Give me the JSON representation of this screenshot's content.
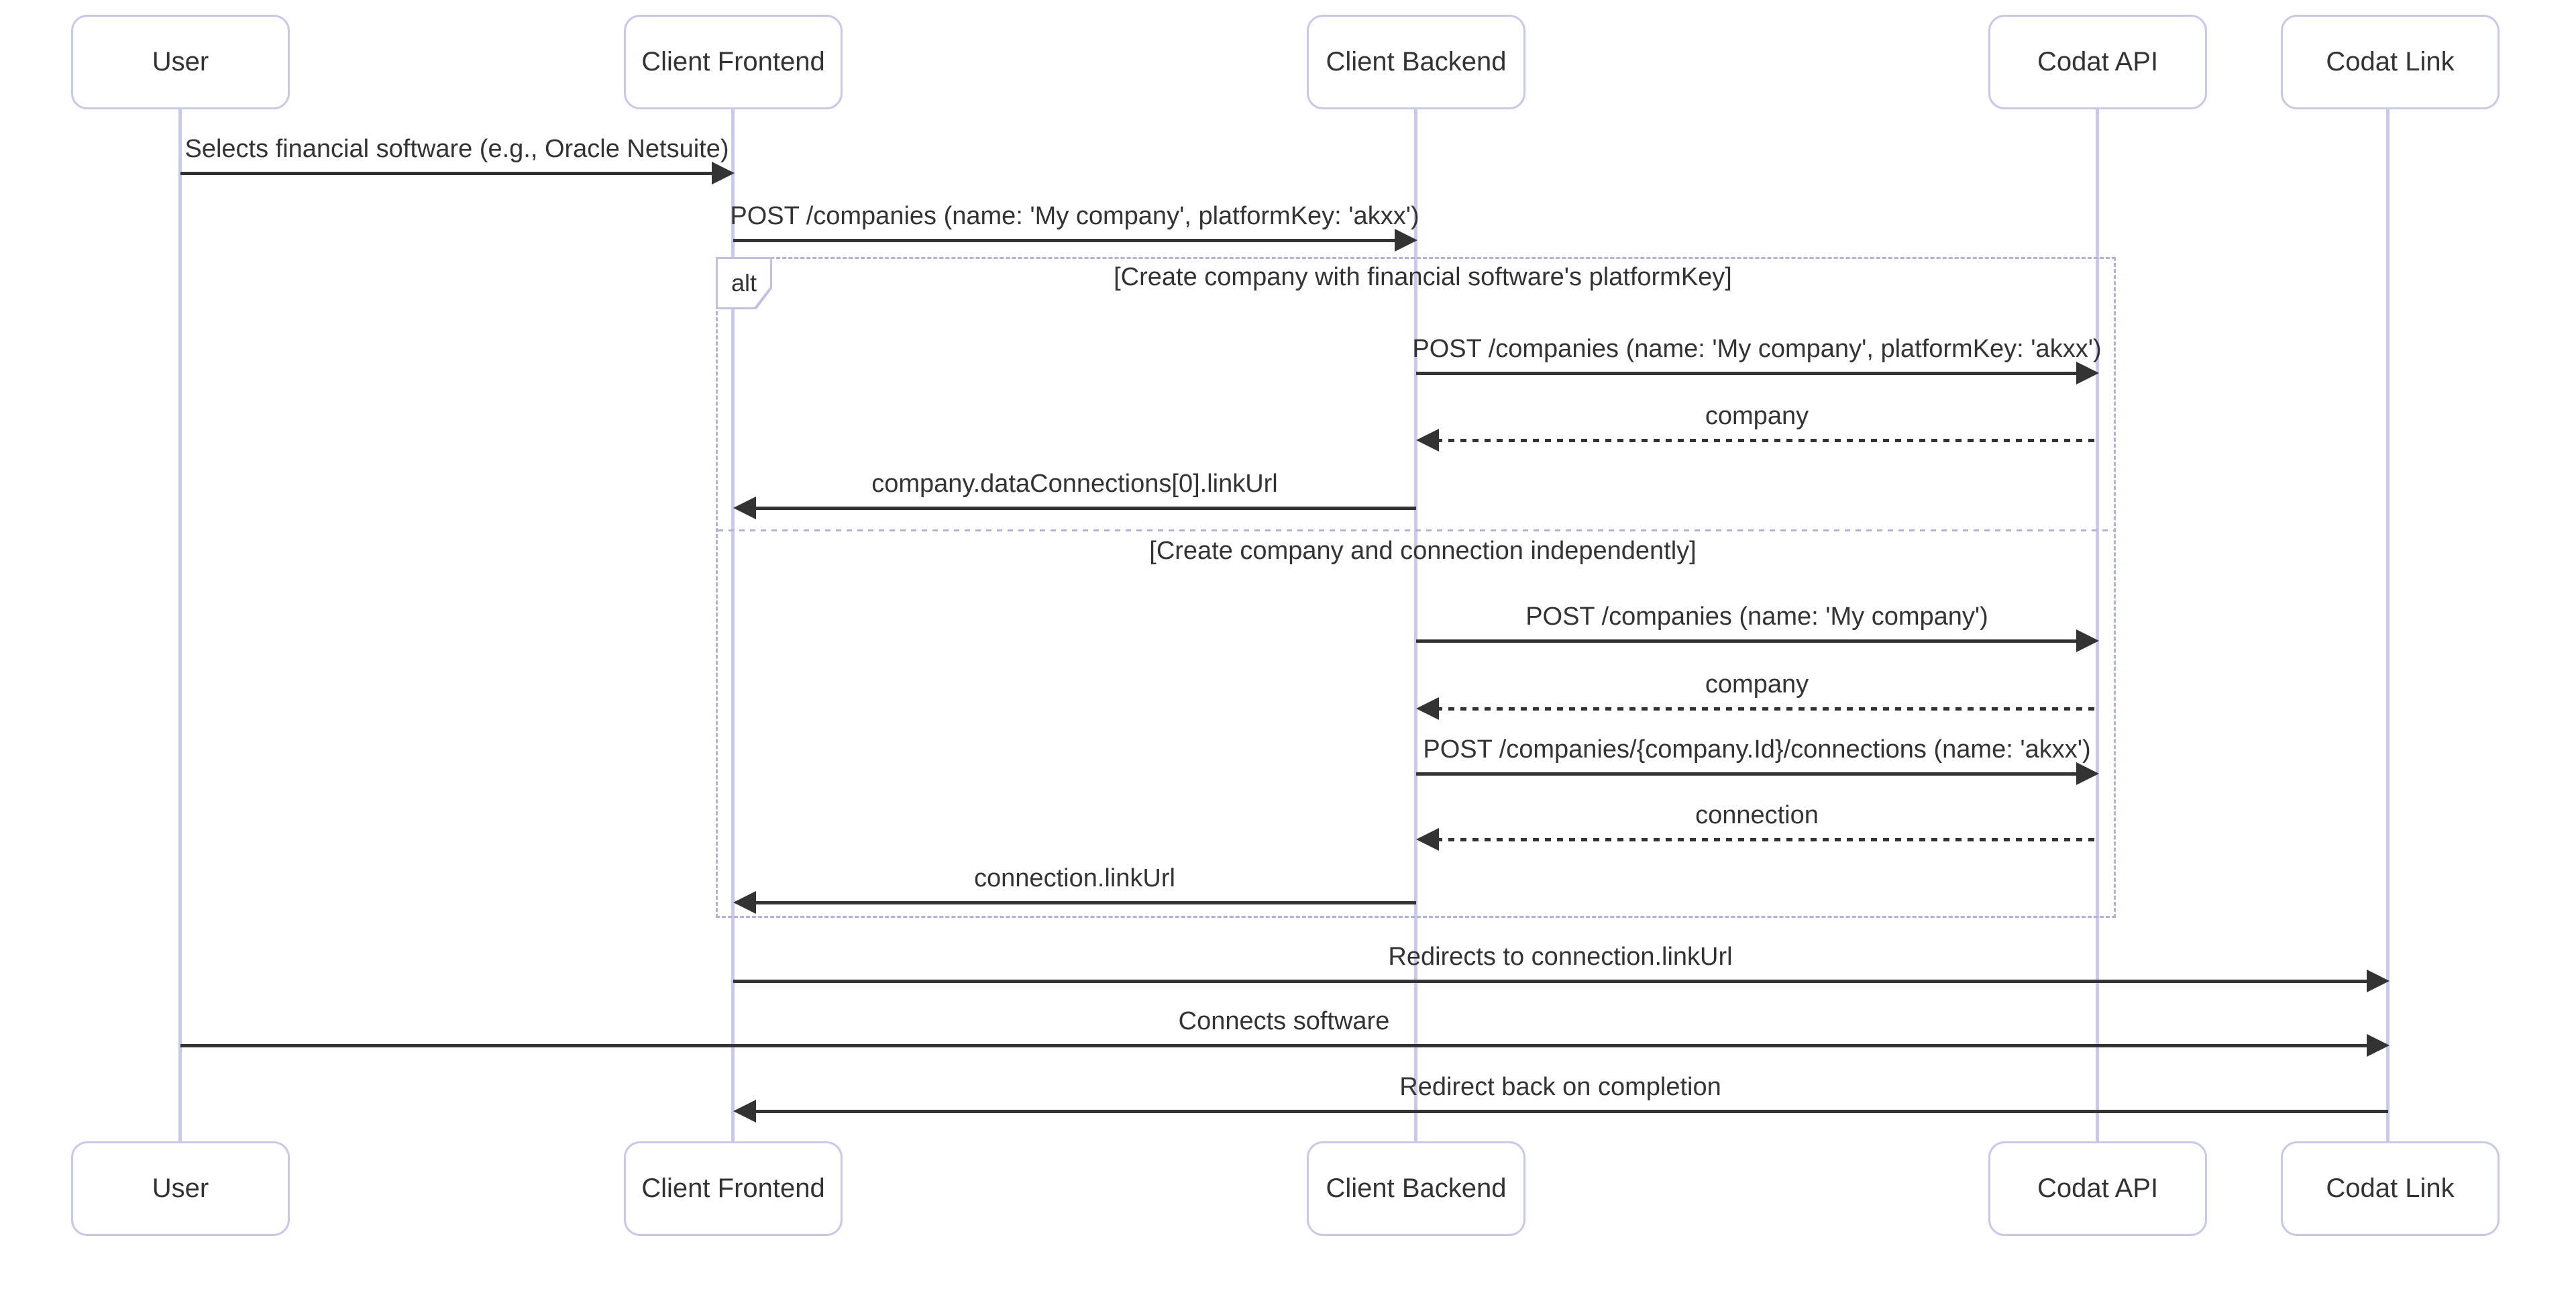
{
  "diagram": {
    "type": "sequence-diagram",
    "actors": [
      {
        "id": "user",
        "label": "User"
      },
      {
        "id": "client-frontend",
        "label": "Client Frontend"
      },
      {
        "id": "client-backend",
        "label": "Client Backend"
      },
      {
        "id": "codat-api",
        "label": "Codat API"
      },
      {
        "id": "codat-link",
        "label": "Codat Link"
      }
    ],
    "messages": [
      {
        "from": "User",
        "to": "Client Frontend",
        "label": "Selects financial software (e.g., Oracle Netsuite)",
        "style": "solid"
      },
      {
        "from": "Client Frontend",
        "to": "Client Backend",
        "label": "POST /companies (name: 'My company', platformKey: 'akxx')",
        "style": "solid"
      },
      {
        "from": "Client Backend",
        "to": "Codat API",
        "label": "POST /companies (name: 'My company', platformKey: 'akxx')",
        "style": "solid"
      },
      {
        "from": "Codat API",
        "to": "Client Backend",
        "label": "company",
        "style": "dashed"
      },
      {
        "from": "Client Backend",
        "to": "Client Frontend",
        "label": "company.dataConnections[0].linkUrl",
        "style": "solid"
      },
      {
        "from": "Client Backend",
        "to": "Codat API",
        "label": "POST /companies (name: 'My company')",
        "style": "solid"
      },
      {
        "from": "Codat API",
        "to": "Client Backend",
        "label": "company",
        "style": "dashed"
      },
      {
        "from": "Client Backend",
        "to": "Codat API",
        "label": "POST /companies/{company.Id}/connections (name: 'akxx')",
        "style": "solid"
      },
      {
        "from": "Codat API",
        "to": "Client Backend",
        "label": "connection",
        "style": "dashed"
      },
      {
        "from": "Client Backend",
        "to": "Client Frontend",
        "label": "connection.linkUrl",
        "style": "solid"
      },
      {
        "from": "Client Frontend",
        "to": "Codat Link",
        "label": "Redirects to connection.linkUrl",
        "style": "solid"
      },
      {
        "from": "User",
        "to": "Codat Link",
        "label": "Connects software",
        "style": "solid"
      },
      {
        "from": "Codat Link",
        "to": "Client Frontend",
        "label": "Redirect back on completion",
        "style": "solid"
      }
    ],
    "fragment": {
      "operator": "alt",
      "sections": [
        {
          "label": "[Create company with financial software's platformKey]"
        },
        {
          "label": "[Create company and connection independently]"
        }
      ]
    },
    "colors": {
      "text": "#333333",
      "arrow": "#333333",
      "actor_border": "#c8c8e8",
      "actor_fill": "#ffffff",
      "lifeline": "#c9c9ec",
      "fragment_border": "#b1b1dc",
      "background": "#ffffff"
    }
  }
}
